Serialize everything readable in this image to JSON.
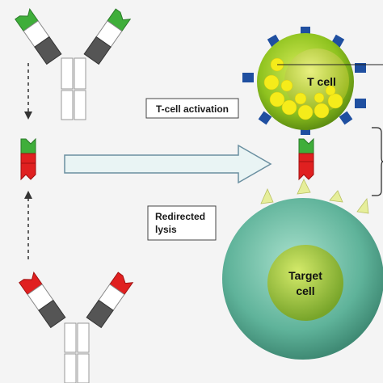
{
  "labels": {
    "activation": "T-cell activation",
    "lysis_line1": "Redirected",
    "lysis_line2": "lysis",
    "t_cell": "T cell",
    "target_line1": "Target",
    "target_line2": "cell"
  },
  "colors": {
    "background": "#f4f4f4",
    "green_domain": "#3fae3a",
    "red_domain": "#e02020",
    "grey_domain": "#555555",
    "white_domain": "#ffffff",
    "t_cell_outer": "#8fc31f",
    "t_cell_inner": "#b9d22e",
    "yellow_granules": "#f5ec1a",
    "receptors": "#1f4fa0",
    "target_outer": "#5fb39a",
    "target_inner": "#9cc44a",
    "antigen": "#e6ee9a",
    "arrow_fill": "#e9f4f4",
    "arrow_stroke": "#6a8fa0"
  }
}
